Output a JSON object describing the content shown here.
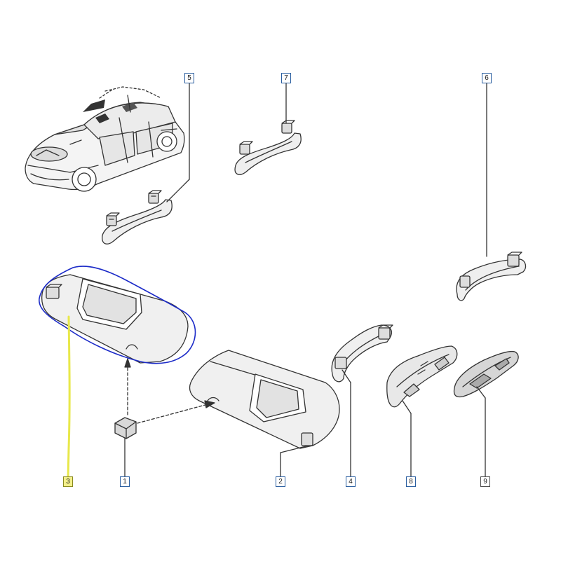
{
  "diagram": {
    "colors": {
      "line": "#333333",
      "callout_border": "#2b5fa0",
      "highlight_outline": "#1c2bc8",
      "highlight_leader": "#e8e84a",
      "highlight_fill": "#f4f08a"
    },
    "callouts": [
      {
        "id": "1",
        "label": "1",
        "part": "sun-visor-clip"
      },
      {
        "id": "2",
        "label": "2",
        "part": "sun-visor-passenger"
      },
      {
        "id": "3",
        "label": "3",
        "part": "sun-visor-driver",
        "highlighted": true
      },
      {
        "id": "4",
        "label": "4",
        "part": "grab-handle-front"
      },
      {
        "id": "5",
        "label": "5",
        "part": "grab-handle-rear-left"
      },
      {
        "id": "6",
        "label": "6",
        "part": "grab-handle-rear-right"
      },
      {
        "id": "7",
        "label": "7",
        "part": "grab-handle-center"
      },
      {
        "id": "8",
        "label": "8",
        "part": "handle-bracket"
      },
      {
        "id": "9",
        "label": "9",
        "part": "handle-cover"
      }
    ]
  }
}
